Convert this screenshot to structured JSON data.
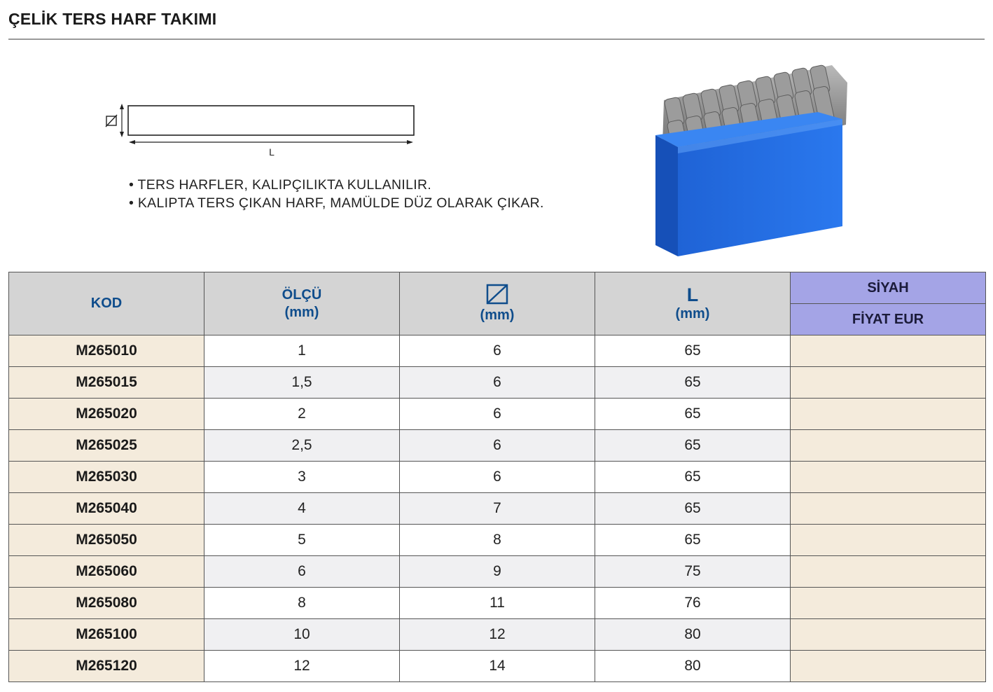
{
  "page": {
    "title": "ÇELİK TERS HARF TAKIMI"
  },
  "diagram": {
    "length_label": "L"
  },
  "notes": [
    "• TERS HARFLER, KALIPÇILIKTA KULLANILIR.",
    "• KALIPTA TERS ÇIKAN HARF, MAMÜLDE DÜZ OLARAK ÇIKAR."
  ],
  "photo": {
    "icon": "steel-letter-punch-set-in-blue-case"
  },
  "colors": {
    "header_gray": "#d4d4d4",
    "header_price": "#a4a4e6",
    "header_text": "#0f4d8c",
    "code_column": "#f4ebdc",
    "case_blue": "#1f63d6"
  },
  "table": {
    "headers": {
      "kod": "KOD",
      "olcu": "ÖLÇÜ",
      "olcu_unit": "(mm)",
      "square_unit": "(mm)",
      "length": "L",
      "length_unit": "(mm)",
      "price_top": "SİYAH",
      "price_bottom": "FİYAT EUR"
    },
    "rows": [
      {
        "kod": "M265010",
        "olcu": "1",
        "square": "6",
        "length": "65",
        "price": ""
      },
      {
        "kod": "M265015",
        "olcu": "1,5",
        "square": "6",
        "length": "65",
        "price": ""
      },
      {
        "kod": "M265020",
        "olcu": "2",
        "square": "6",
        "length": "65",
        "price": ""
      },
      {
        "kod": "M265025",
        "olcu": "2,5",
        "square": "6",
        "length": "65",
        "price": ""
      },
      {
        "kod": "M265030",
        "olcu": "3",
        "square": "6",
        "length": "65",
        "price": ""
      },
      {
        "kod": "M265040",
        "olcu": "4",
        "square": "7",
        "length": "65",
        "price": ""
      },
      {
        "kod": "M265050",
        "olcu": "5",
        "square": "8",
        "length": "65",
        "price": ""
      },
      {
        "kod": "M265060",
        "olcu": "6",
        "square": "9",
        "length": "75",
        "price": ""
      },
      {
        "kod": "M265080",
        "olcu": "8",
        "square": "11",
        "length": "76",
        "price": ""
      },
      {
        "kod": "M265100",
        "olcu": "10",
        "square": "12",
        "length": "80",
        "price": ""
      },
      {
        "kod": "M265120",
        "olcu": "12",
        "square": "14",
        "length": "80",
        "price": ""
      }
    ]
  }
}
